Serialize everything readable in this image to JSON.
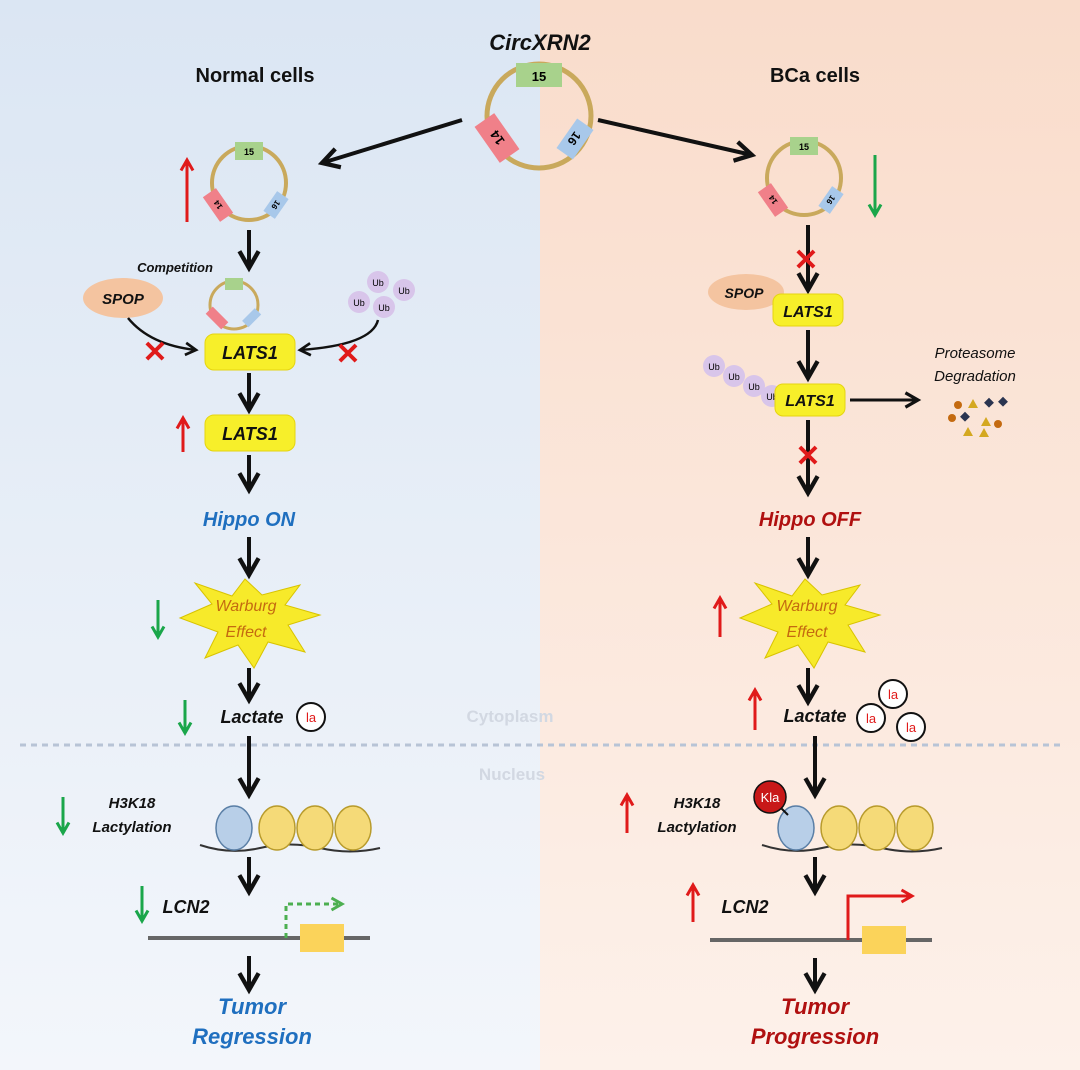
{
  "title": "CircXRN2",
  "colors": {
    "blue_text": "#1f6fbf",
    "red_text": "#b01010",
    "up_arrow": "#e01a1a",
    "down_arrow": "#1aa64a",
    "lats_fill": "#f7ef2a",
    "spop_fill": "#f4c4a0",
    "ub_fill": "#d8c5ea",
    "exon14": "#f08089",
    "exon15": "#a8d28c",
    "exon16": "#a8c8ea",
    "circle_ring": "#c9a95c"
  },
  "circ_exons": {
    "e15": "15",
    "e14": "14",
    "e16": "16"
  },
  "left": {
    "header": "Normal cells",
    "competition": "Competition",
    "spop": "SPOP",
    "ub": "Ub",
    "lats1": "LATS1",
    "hippo": "Hippo ON",
    "warburg_line1": "Warburg",
    "warburg_line2": "Effect",
    "lactate": "Lactate",
    "la": "la",
    "h3k18_line1": "H3K18",
    "h3k18_line2": "Lactylation",
    "lcn2": "LCN2",
    "outcome_line1": "Tumor",
    "outcome_line2": "Regression"
  },
  "right": {
    "header": "BCa cells",
    "spop": "SPOP",
    "ub": "Ub",
    "lats1": "LATS1",
    "proteasome_line1": "Proteasome",
    "proteasome_line2": "Degradation",
    "hippo": "Hippo OFF",
    "warburg_line1": "Warburg",
    "warburg_line2": "Effect",
    "lactate": "Lactate",
    "la": "la",
    "kla": "Kla",
    "h3k18_line1": "H3K18",
    "h3k18_line2": "Lactylation",
    "lcn2": "LCN2",
    "outcome_line1": "Tumor",
    "outcome_line2": "Progression"
  },
  "compartments": {
    "cytoplasm": "Cytoplasm",
    "nucleus": "Nucleus"
  }
}
